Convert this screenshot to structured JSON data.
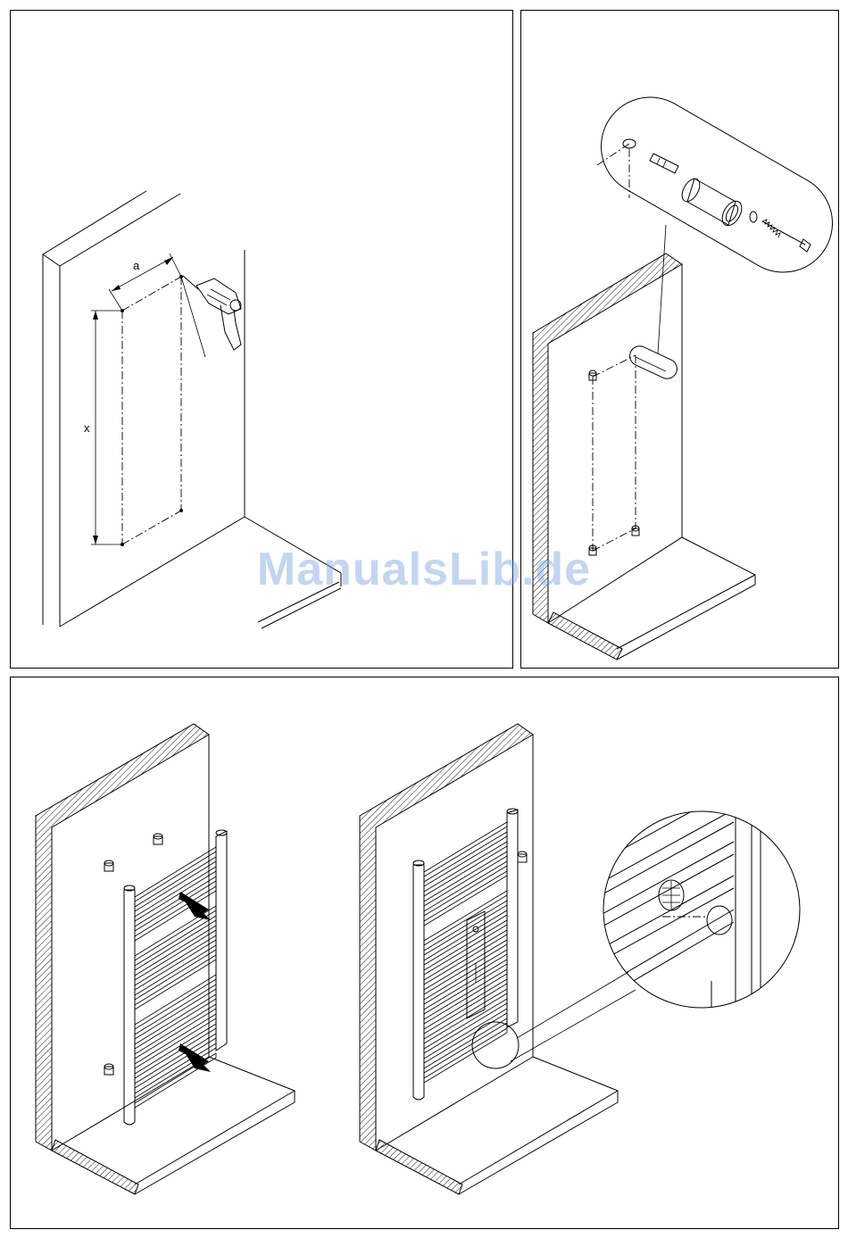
{
  "dimension_labels": {
    "width_label": "a",
    "height_label": "x"
  },
  "watermark": {
    "text": "ManualsLib.de",
    "color": "#78a5e1"
  },
  "steps": [
    {
      "name": "mark-and-drill",
      "icon": "drill-icon"
    },
    {
      "name": "insert-anchors-and-wall-brackets",
      "icon": "bracket-assembly-icon"
    },
    {
      "name": "hang-radiator",
      "icon": "arrow-icon"
    },
    {
      "name": "secure-radiator",
      "icon": "magnifier-detail-icon"
    }
  ]
}
